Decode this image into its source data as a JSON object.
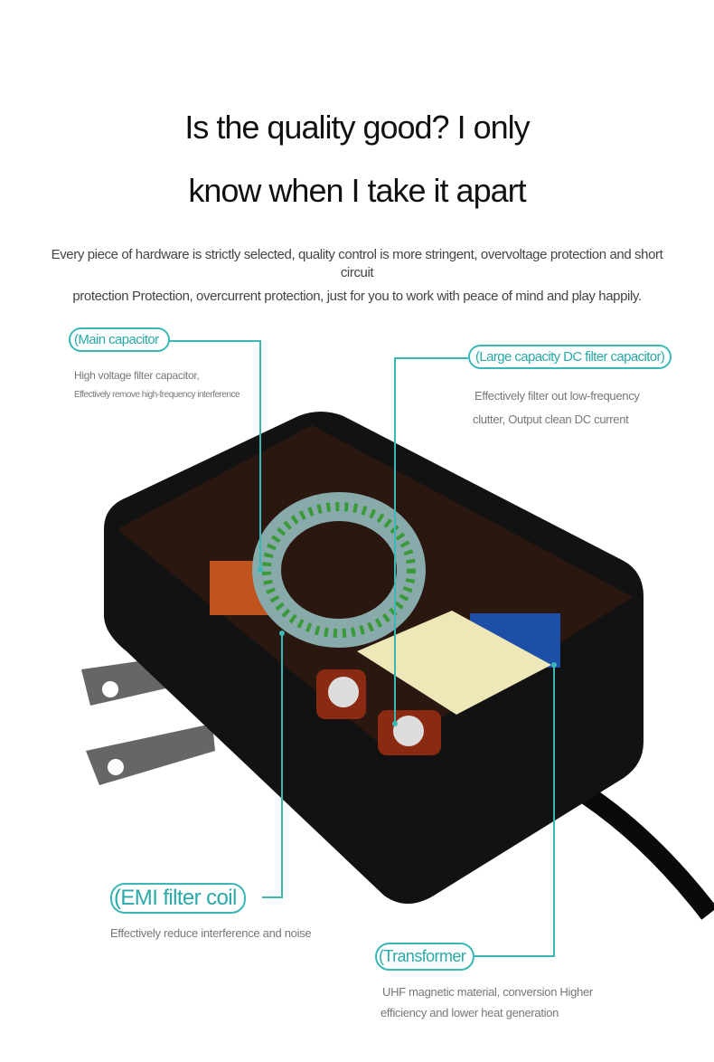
{
  "headline": {
    "line1": "Is the quality good? I only",
    "line2": "know when I take it apart"
  },
  "intro": {
    "line1": "Every piece of hardware is strictly selected, quality control is more stringent, overvoltage protection and short circuit",
    "line2": "protection Protection, overcurrent protection, just for you to work with peace of mind and play happily."
  },
  "callouts": [
    {
      "label": "(Main capacitor",
      "notes": [
        "High voltage filter capacitor,",
        "Effectively remove high-frequency interference"
      ]
    },
    {
      "label": "(Large capacity DC filter capacitor)",
      "notes": [
        "Effectively filter out low-frequency",
        "clutter, Output clean DC current"
      ]
    },
    {
      "label": "(EMI filter coil",
      "notes": [
        "Effectively reduce interference and noise"
      ]
    },
    {
      "label": "(Transformer",
      "notes": [
        "UHF magnetic material, conversion Higher",
        "efficiency and lower heat generation"
      ]
    }
  ],
  "colors": {
    "accent": "#3ab8b8",
    "device": "#111111"
  }
}
